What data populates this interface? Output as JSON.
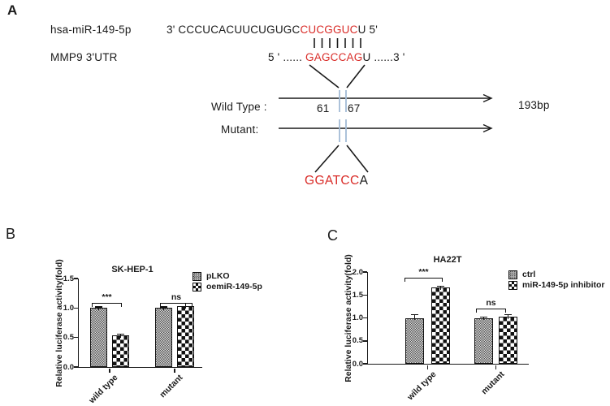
{
  "colors": {
    "sequence_red": "#d92b27",
    "site_marker_blue": "#a3bcd6",
    "ink": "#1a1a1a",
    "bar_fill_gray": "#b5b5b5"
  },
  "panels": {
    "a": {
      "label": "A",
      "mirna_label": "hsa-miR-149-5p",
      "mirna_seq": {
        "prefix": "3' CCCUCACUUCUGUGC",
        "seed": "CUCGGUC",
        "suffix": "U 5'"
      },
      "pair_count": 7,
      "utr_label": "MMP9 3'UTR",
      "utr_seq": {
        "prefix": "5 ' ...... ",
        "site": "GAGCCAG",
        "suffix": "U ......3 '"
      },
      "wild_type_label": "Wild Type :",
      "site_start": "61",
      "site_end": "67",
      "amplicon_length": "193bp",
      "mutant_label": "Mutant:",
      "mutant_seq": {
        "mutated": "GGATCC",
        "tail": "A"
      }
    },
    "b": {
      "label": "B"
    },
    "c": {
      "label": "C"
    }
  },
  "chart_data": [
    {
      "type": "bar",
      "panel": "B",
      "title": "SK-HEP-1",
      "ylabel": "Relative luciferase activity(fold)",
      "ylim": [
        0,
        1.5
      ],
      "yticks": [
        "0.0",
        "0.5",
        "1.0",
        "1.5"
      ],
      "categories": [
        "wild type",
        "mutant"
      ],
      "series": [
        {
          "name": "pLKO",
          "pattern": "hatch",
          "values": [
            1.0,
            1.0
          ],
          "errors": [
            0.02,
            0.02
          ]
        },
        {
          "name": "oemiR-149-5p",
          "pattern": "checker",
          "values": [
            0.54,
            1.03
          ],
          "errors": [
            0.02,
            0.05
          ]
        }
      ],
      "significance": [
        {
          "group": "wild type",
          "label": "***"
        },
        {
          "group": "mutant",
          "label": "ns"
        }
      ],
      "legend_position": "top-right",
      "grid": false
    },
    {
      "type": "bar",
      "panel": "C",
      "title": "HA22T",
      "ylabel": "Relative luciferase activity(fold)",
      "ylim": [
        0,
        2.0
      ],
      "yticks": [
        "0.0",
        "0.5",
        "1.0",
        "1.5",
        "2.0"
      ],
      "categories": [
        "wild type",
        "mutant"
      ],
      "series": [
        {
          "name": "ctrl",
          "pattern": "hatch",
          "values": [
            1.0,
            1.0
          ],
          "errors": [
            0.07,
            0.02
          ]
        },
        {
          "name": "miR-149-5p inhibitor",
          "pattern": "checker",
          "values": [
            1.66,
            1.03
          ],
          "errors": [
            0.03,
            0.04
          ]
        }
      ],
      "significance": [
        {
          "group": "wild type",
          "label": "***"
        },
        {
          "group": "mutant",
          "label": "ns"
        }
      ],
      "legend_position": "top-right",
      "grid": false
    }
  ]
}
